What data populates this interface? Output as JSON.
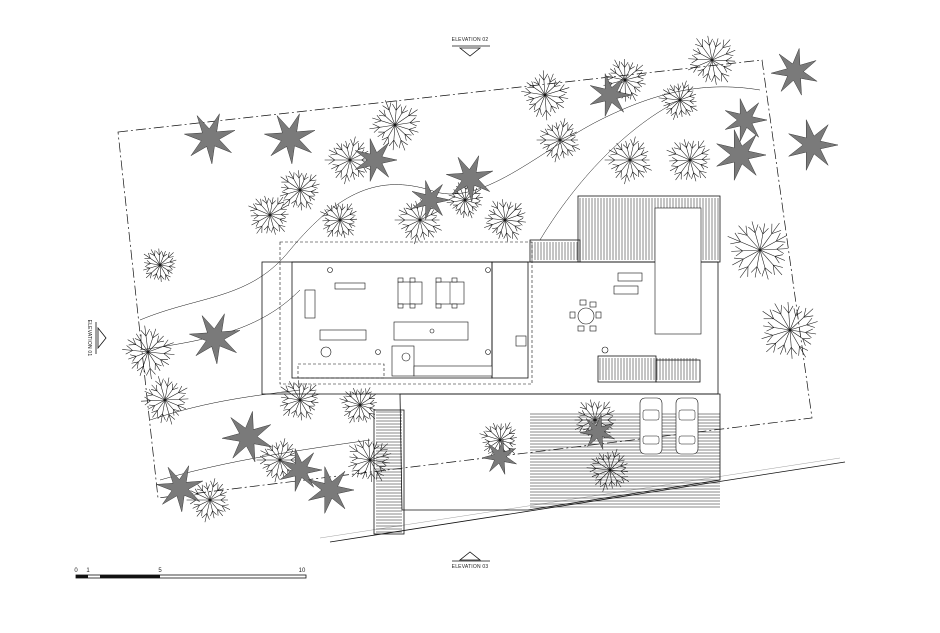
{
  "labels": {
    "elevation_top": "ELEVATION 02",
    "elevation_left": "ELEVATION 01",
    "elevation_bottom": "ELEVATION 03"
  },
  "scale_bar": {
    "ticks": [
      "0",
      "1",
      "5",
      "10"
    ]
  },
  "colors": {
    "line": "#111111",
    "palm_fill": "#7a7a7a",
    "background": "#ffffff"
  },
  "vegetation": {
    "palm_icon": "palm-tree-icon",
    "tree_icon": "deciduous-tree-icon"
  }
}
